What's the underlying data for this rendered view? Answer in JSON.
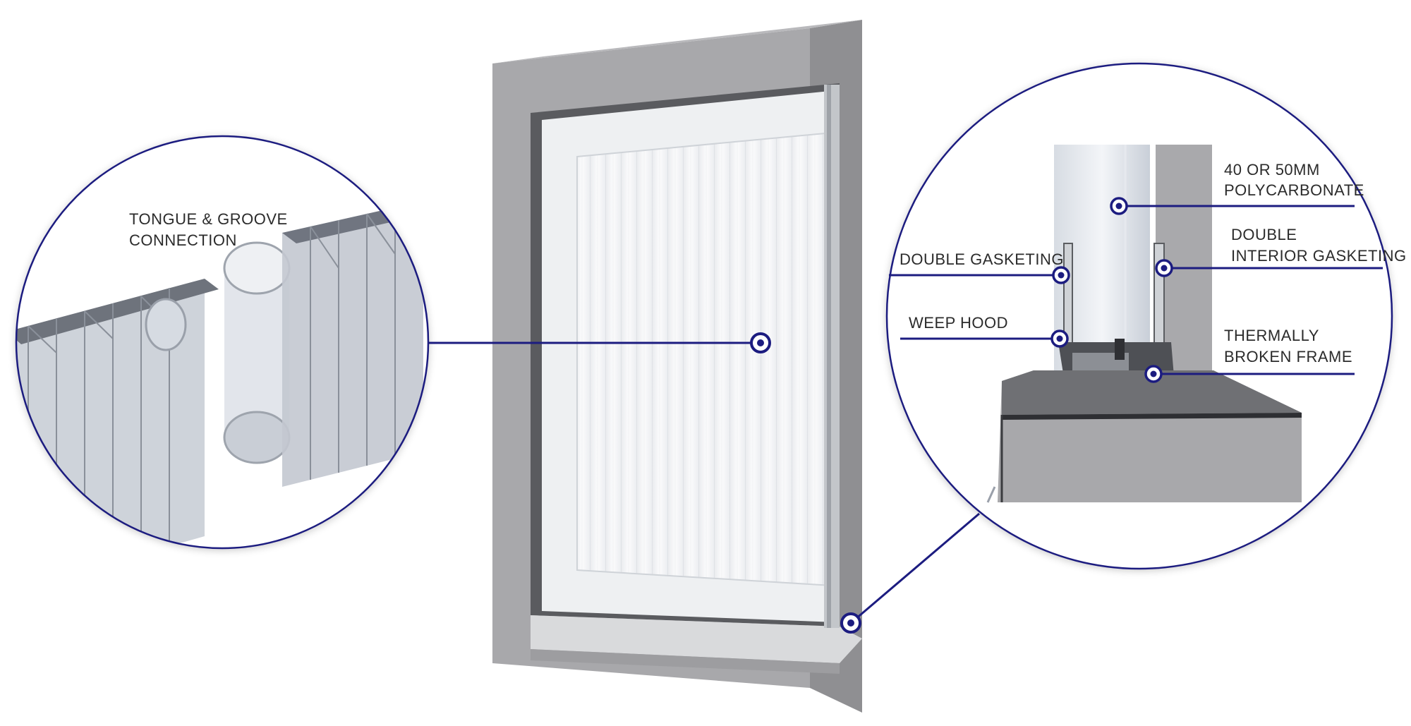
{
  "labels": {
    "tongue_groove_line1": "TONGUE & GROOVE",
    "tongue_groove_line2": "CONNECTION",
    "polycarbonate_line1": "40 OR 50MM",
    "polycarbonate_line2": "POLYCARBONATE",
    "double_gasketing": "DOUBLE GASKETING",
    "double_interior_line1": "DOUBLE",
    "double_interior_line2": "INTERIOR GASKETING",
    "weep_hood": "WEEP HOOD",
    "thermally_line1": "THERMALLY",
    "thermally_line2": "BROKEN FRAME"
  },
  "colors": {
    "callout": "#1c1c80",
    "frame_gray": "#a6a6a8",
    "frame_dark": "#8e8e90",
    "panel_white": "#f4f5f7",
    "text": "#2b2b2b"
  }
}
